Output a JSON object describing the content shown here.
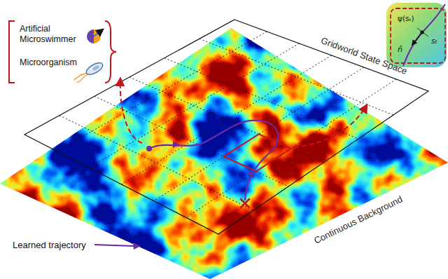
{
  "diagram": {
    "labels": [
      "Artificial Microswimmer",
      "Microorganism",
      "Gridworld State Space",
      "Continuous Background",
      "ψ(sₜ)",
      "n̂",
      "sₜ"
    ],
    "legend": [
      {
        "text": "Learned trajectory"
      }
    ]
  }
}
